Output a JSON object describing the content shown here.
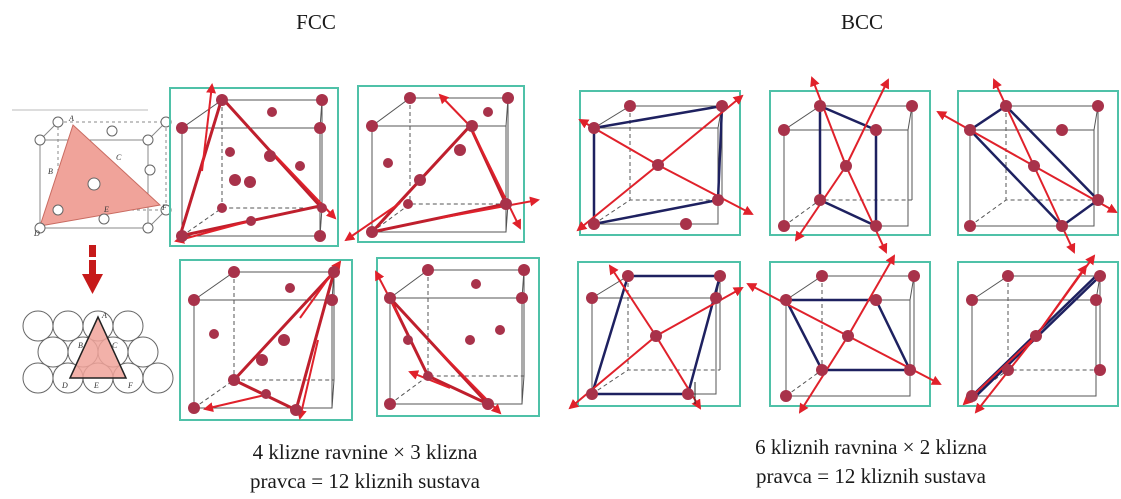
{
  "headings": {
    "fcc": "FCC",
    "bcc": "BCC"
  },
  "captions": {
    "fcc_line1": "4 klizne ravnine × 3 klizna",
    "fcc_line2": "pravca = 12 kliznih sustava",
    "bcc_line1": "6 kliznih ravnina × 2 klizna",
    "bcc_line2": "pravca = 12 kliznih sustava"
  },
  "inset_labels": {
    "cube_vertices": [
      "A",
      "B",
      "C",
      "D",
      "E",
      "F"
    ],
    "layer_vertices": [
      "A",
      "B",
      "C",
      "D",
      "E",
      "F"
    ]
  },
  "colors": {
    "frame": "#4fc1a8",
    "plane": "#bf1f2d",
    "arrow": "#e0212b",
    "atom": "#a8324a",
    "bcc_plane": "#1e2160",
    "cube_edge": "#555555",
    "inset_plane": "#f0a39a",
    "inset_arrow": "#c61a1a"
  },
  "icons": {
    "down_arrow": "down-arrow-icon"
  }
}
